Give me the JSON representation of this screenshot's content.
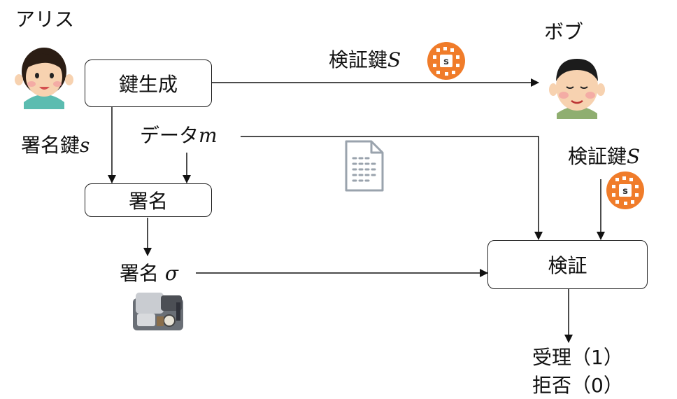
{
  "alice": {
    "name": "アリス"
  },
  "bob": {
    "name": "ボブ"
  },
  "boxes": {
    "keygen": "鍵生成",
    "sign": "署名",
    "verify": "検証"
  },
  "labels": {
    "verification_key_top": "検証鍵",
    "verification_key_top_symbol": "S",
    "signing_key": "署名鍵",
    "signing_key_symbol": "s",
    "data": "データ",
    "data_symbol": "m",
    "verification_key_right": "検証鍵",
    "verification_key_right_symbol": "S",
    "signature": "署名",
    "signature_symbol": "σ"
  },
  "icons": {
    "key_badge_letter": "s"
  },
  "result": {
    "accept": "受理（1）",
    "reject": "拒否（0）"
  },
  "colors": {
    "key_badge": "#f07c2a",
    "doc_icon": "#9aa3ad"
  }
}
